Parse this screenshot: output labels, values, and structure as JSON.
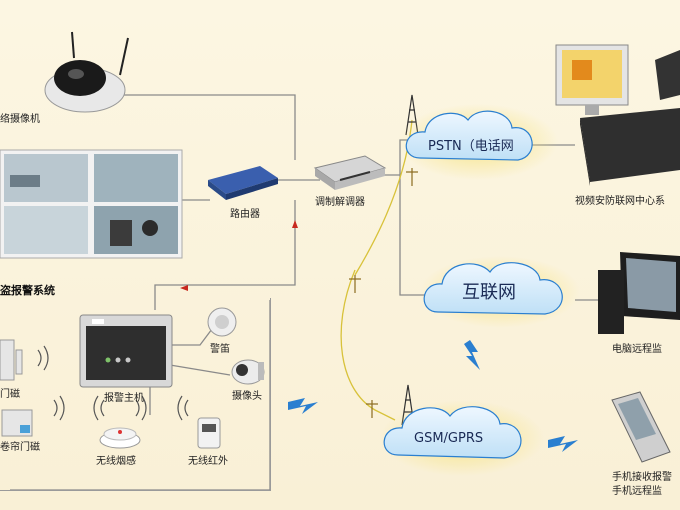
{
  "labels": {
    "camera": "络摄像机",
    "router": "路由器",
    "modem": "调制解调器",
    "alarm_system": "盗报警系统",
    "alarm_host": "报警主机",
    "siren": "警笛",
    "cam_small": "摄像头",
    "door_magnet": "门磁",
    "rolling_door": "卷帘门磁",
    "smoke": "无线烟感",
    "infrared": "无线红外",
    "center": "视频安防联网中心系",
    "pc_monitor": "电脑远程监",
    "phone_line1": "手机接收报警",
    "phone_line2": "手机远程监"
  },
  "clouds": {
    "pstn": "PSTN（电话网",
    "internet": "互联网",
    "gsm": "GSM/GPRS"
  },
  "colors": {
    "line": "#7a7a7a",
    "cloud_fill": "#d8ecf8",
    "cloud_stroke": "#2a7fd0",
    "cloud_glow": "#f4e07a",
    "lightning": "#2a7fd0"
  }
}
